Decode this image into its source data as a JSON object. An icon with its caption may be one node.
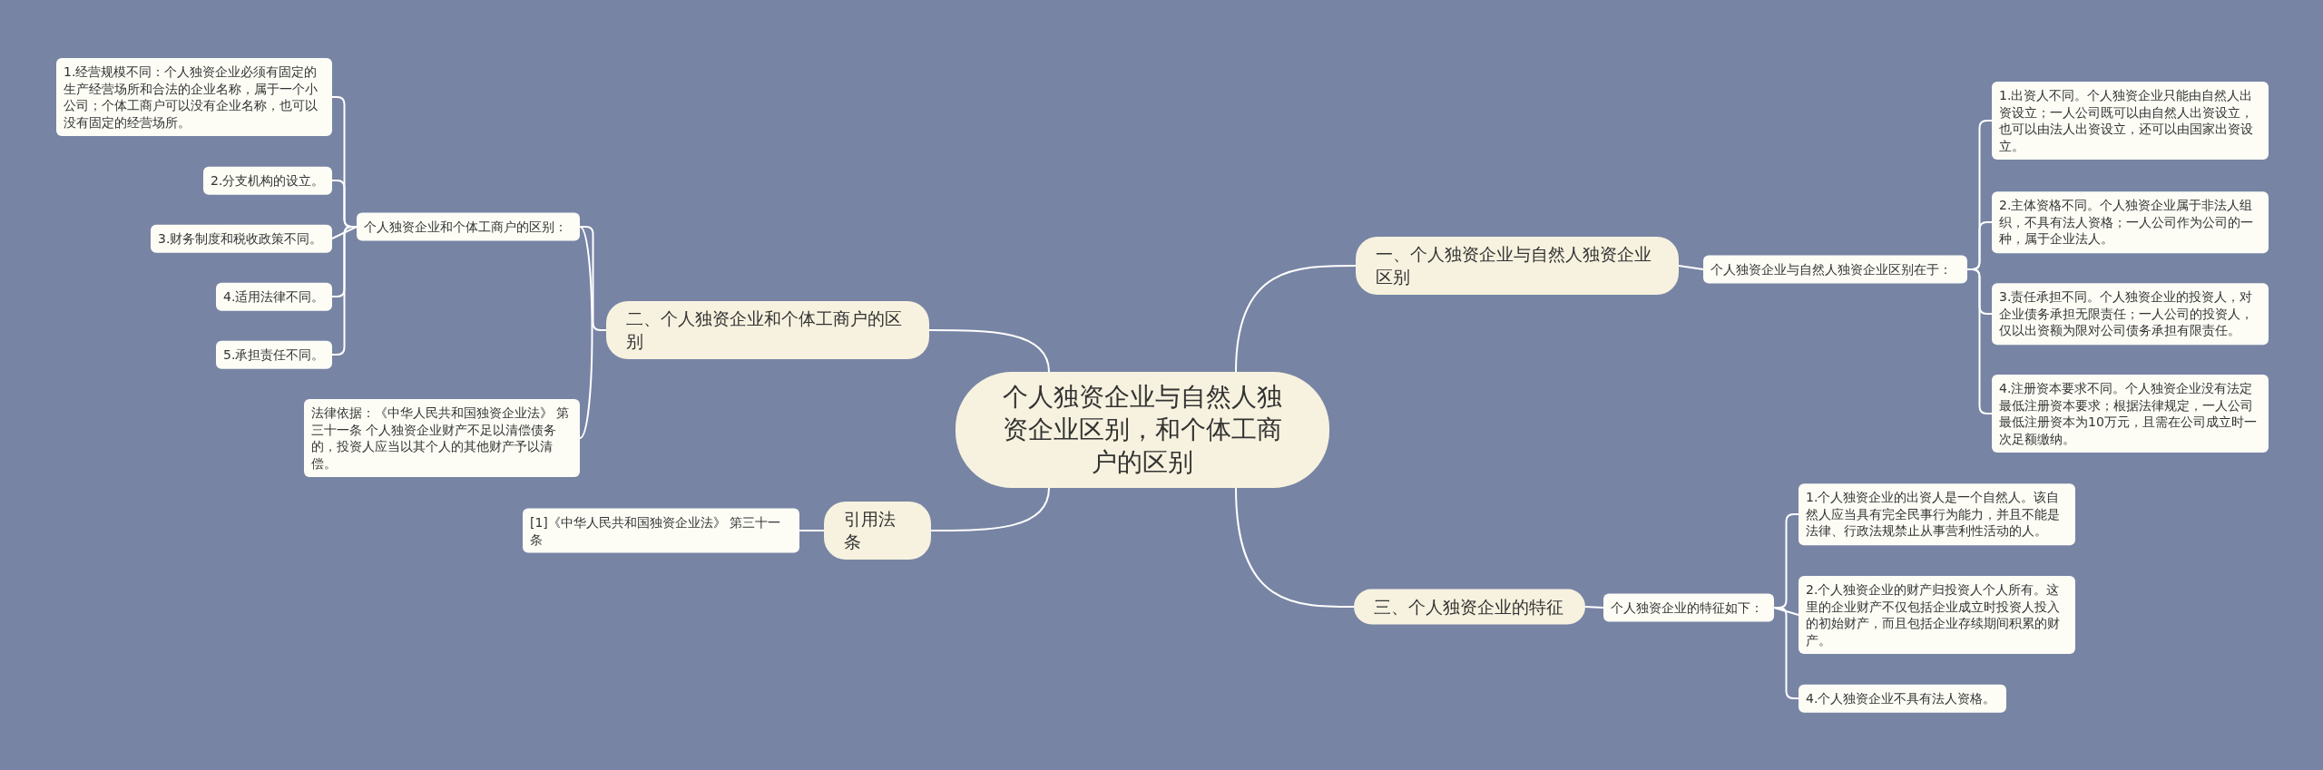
{
  "diagram": {
    "nodes": [
      {
        "text": [
          "个人独资企业与自然人独资企业区别，和个体工商户的区别"
        ]
      },
      {
        "text": [
          "一、个人独资企业与自然人独资企业区别"
        ]
      },
      {
        "text": [
          "个人独资企业与自然人独资企业区别在于："
        ]
      },
      {
        "text": [
          "1.出资人不同。个人独资企业只能由自然人出资设立；一人公司既可以由自然人出资设立，也可以由法人出资设立，还可以由国家出资设立。"
        ]
      },
      {
        "text": [
          "2.主体资格不同。个人独资企业属于非法人组织，不具有法人资格；一人公司作为公司的一种，属于企业法人。"
        ]
      },
      {
        "text": [
          "3.责任承担不同。个人独资企业的投资人，对企业债务承担无限责任；一人公司的投资人，仅以出资额为限对公司债务承担有限责任。"
        ]
      },
      {
        "text": [
          "4.注册资本要求不同。个人独资企业没有法定最低注册资本要求；根据法律规定，一人公司最低注册资本为10万元，且需在公司成立时一次足额缴纳。"
        ]
      },
      {
        "text": [
          "二、个人独资企业和个体工商户的区别"
        ]
      },
      {
        "text": [
          "个人独资企业和个体工商户的区别："
        ]
      },
      {
        "text": [
          "1.经营规模不同：个人独资企业必须有固定的生产经营场所和合法的企业名称，属于一个小公司；个体工商户可以没有企业名称，也可以没有固定的经营场所。"
        ]
      },
      {
        "text": [
          "2.分支机构的设立。"
        ]
      },
      {
        "text": [
          "3.财务制度和税收政策不同。"
        ]
      },
      {
        "text": [
          "4.适用法律不同。"
        ]
      },
      {
        "text": [
          "5.承担责任不同。"
        ]
      },
      {
        "text": [
          "法律依据：《中华人民共和国独资企业法》 第三十一条 个人独资企业财产不足以清偿债务的，投资人应当以其个人的其他财产予以清偿。"
        ]
      },
      {
        "text": [
          "引用法条"
        ]
      },
      {
        "text": [
          "[1]《中华人民共和国独资企业法》 第三十一条"
        ]
      },
      {
        "text": [
          "三、个人独资企业的特征"
        ]
      },
      {
        "text": [
          "个人独资企业的特征如下："
        ]
      },
      {
        "text": [
          "1.个人独资企业的出资人是一个自然人。该自然人应当具有完全民事行为能力，并且不能是法律、行政法规禁止从事营利性活动的人。"
        ]
      },
      {
        "text": [
          "2.个人独资企业的财产归投资人个人所有。这里的企业财产不仅包括企业成立时投资人投入的初始财产，而且包括企业存续期间积累的财产。"
        ]
      },
      {
        "text": [
          "4.个人独资企业不具有法人资格。"
        ]
      }
    ],
    "edges": [
      {
        "from": 0,
        "to": 1,
        "arrow": "none"
      },
      {
        "from": 1,
        "to": 2,
        "arrow": "none"
      },
      {
        "from": 2,
        "to": 3,
        "arrow": "none"
      },
      {
        "from": 2,
        "to": 4,
        "arrow": "none"
      },
      {
        "from": 2,
        "to": 5,
        "arrow": "none"
      },
      {
        "from": 2,
        "to": 6,
        "arrow": "none"
      },
      {
        "from": 0,
        "to": 7,
        "arrow": "none"
      },
      {
        "from": 7,
        "to": 8,
        "arrow": "none"
      },
      {
        "from": 8,
        "to": 9,
        "arrow": "none"
      },
      {
        "from": 8,
        "to": 10,
        "arrow": "none"
      },
      {
        "from": 8,
        "to": 11,
        "arrow": "none"
      },
      {
        "from": 8,
        "to": 12,
        "arrow": "none"
      },
      {
        "from": 8,
        "to": 13,
        "arrow": "none"
      },
      {
        "from": 8,
        "to": 14,
        "arrow": "none"
      },
      {
        "from": 0,
        "to": 15,
        "arrow": "none"
      },
      {
        "from": 15,
        "to": 16,
        "arrow": "none"
      },
      {
        "from": 0,
        "to": 17,
        "arrow": "none"
      },
      {
        "from": 17,
        "to": 18,
        "arrow": "none"
      },
      {
        "from": 18,
        "to": 19,
        "arrow": "none"
      },
      {
        "from": 18,
        "to": 20,
        "arrow": "none"
      },
      {
        "from": 18,
        "to": 21,
        "arrow": "none"
      }
    ]
  }
}
